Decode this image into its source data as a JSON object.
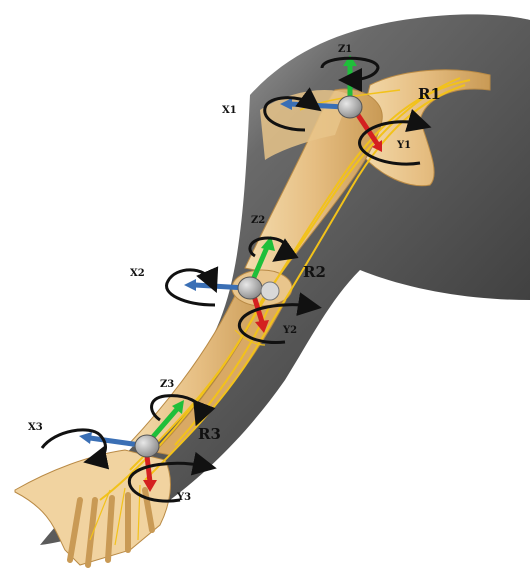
{
  "figure": {
    "joints": [
      {
        "name": "R1",
        "axes": {
          "x": "X1",
          "y": "Y1",
          "z": "Z1"
        }
      },
      {
        "name": "R2",
        "axes": {
          "x": "X2",
          "y": "Y2",
          "z": "Z2"
        }
      },
      {
        "name": "R3",
        "axes": {
          "x": "X3",
          "y": "Y3",
          "z": "Z3"
        }
      }
    ],
    "colors": {
      "x_axis": "#3a6fb5",
      "y_axis": "#d42020",
      "z_axis": "#1fbf3a",
      "rotation_arrow": "#111111",
      "joint": "#a8a8a8",
      "bone": "#e8c48a",
      "nerve": "#f2c21a",
      "shadow": "#3b3b3b"
    },
    "icons": [
      "shoulder-joint-icon",
      "elbow-joint-icon",
      "wrist-joint-icon"
    ]
  }
}
